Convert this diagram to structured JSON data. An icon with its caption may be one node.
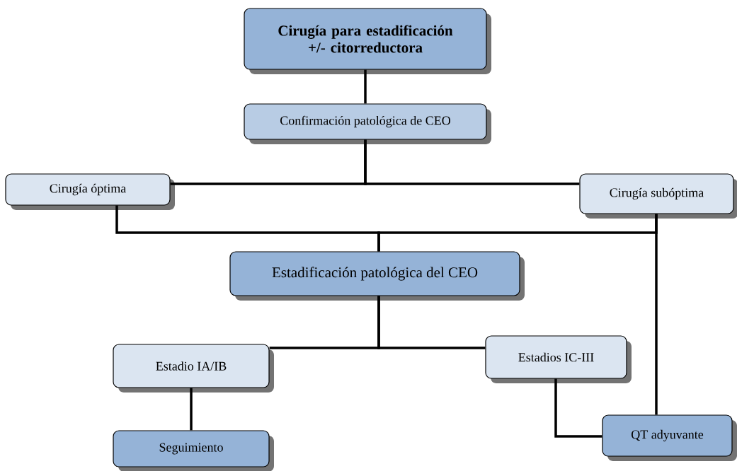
{
  "diagram": {
    "nodes": [
      {
        "text": [
          "Cirugía para estadificación +/- citorreductora"
        ]
      },
      {
        "text": [
          "Confirmación patológica de CEO"
        ]
      },
      {
        "text": [
          "Cirugía óptima"
        ]
      },
      {
        "text": [
          "Cirugía subóptima"
        ]
      },
      {
        "text": [
          "Estadificación patológica del CEO"
        ]
      },
      {
        "text": [
          "Estadio IA/IB"
        ]
      },
      {
        "text": [
          "Estadios IC-III"
        ]
      },
      {
        "text": [
          "Seguimiento"
        ]
      },
      {
        "text": [
          "QT adyuvante"
        ]
      }
    ],
    "edges": [
      {
        "from": 0,
        "to": 1,
        "arrow": "none"
      },
      {
        "from": 1,
        "to": 2,
        "arrow": "none"
      },
      {
        "from": 1,
        "to": 3,
        "arrow": "none"
      },
      {
        "from": 2,
        "to": 4,
        "arrow": "none"
      },
      {
        "from": 3,
        "to": 4,
        "arrow": "none"
      },
      {
        "from": 3,
        "to": 8,
        "arrow": "none"
      },
      {
        "from": 4,
        "to": 5,
        "arrow": "none"
      },
      {
        "from": 4,
        "to": 6,
        "arrow": "none"
      },
      {
        "from": 5,
        "to": 7,
        "arrow": "none"
      },
      {
        "from": 6,
        "to": 8,
        "arrow": "none"
      }
    ]
  }
}
